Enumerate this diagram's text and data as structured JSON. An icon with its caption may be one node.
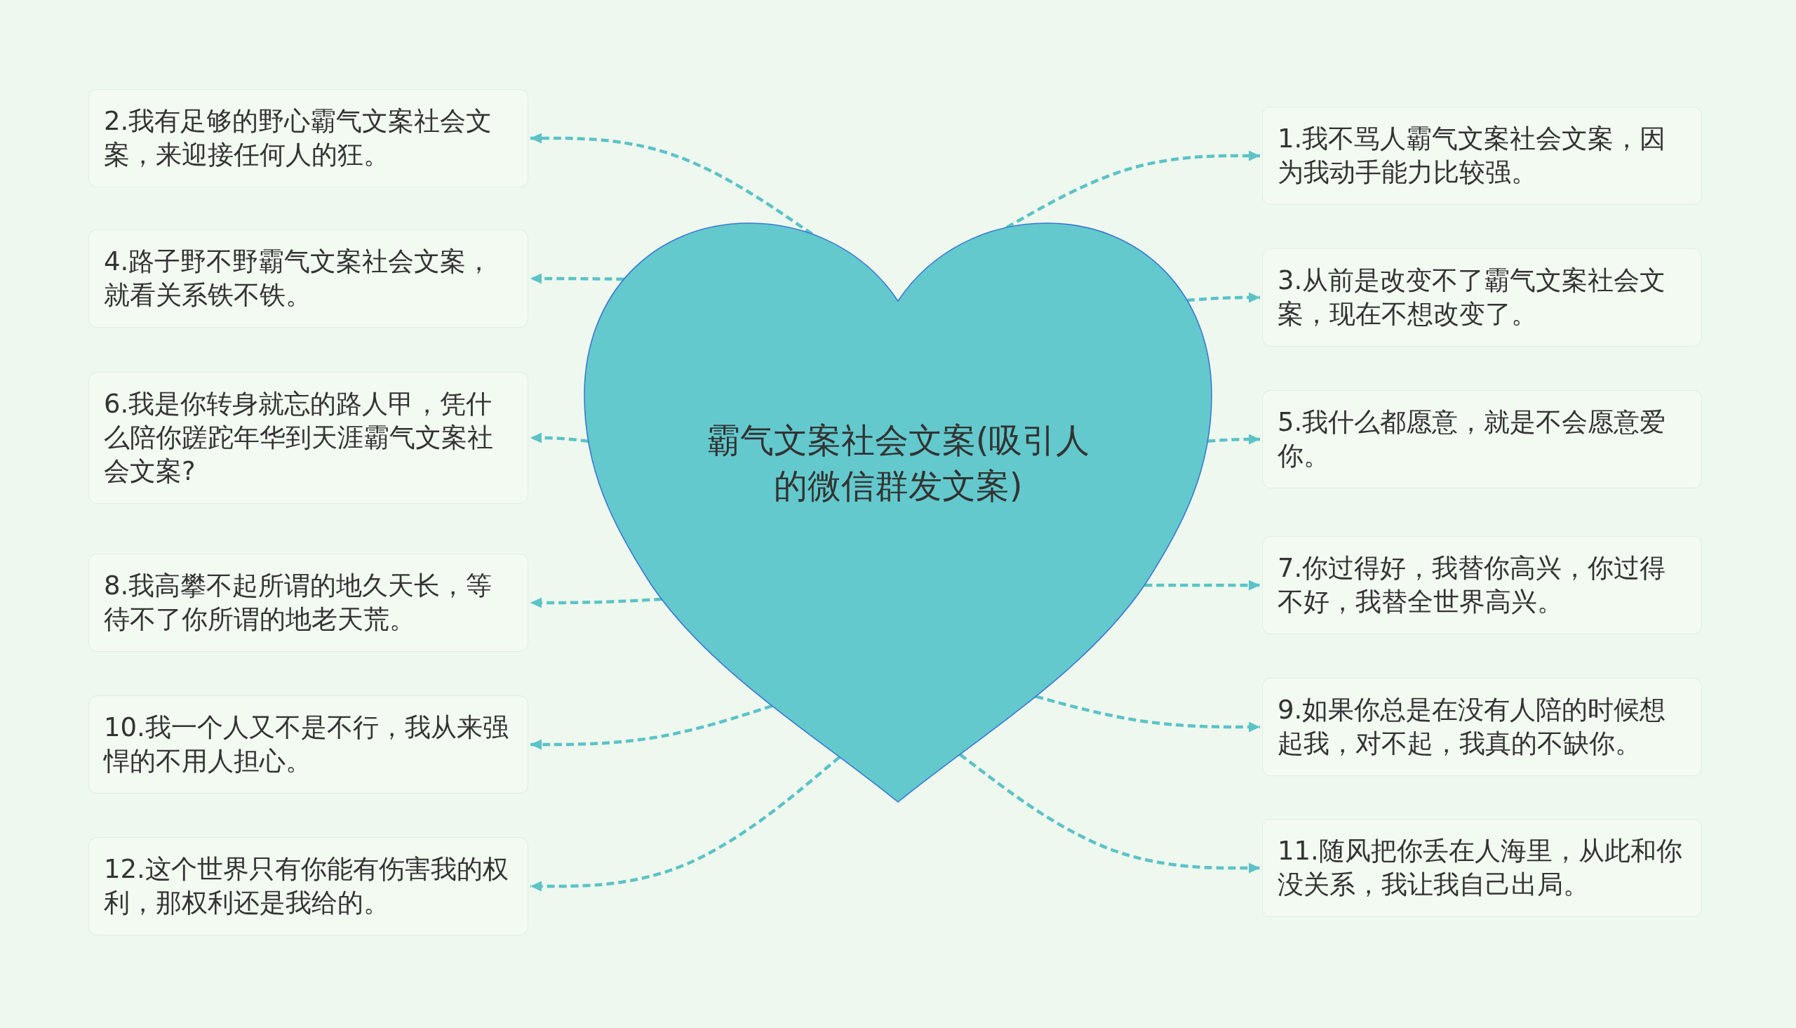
{
  "diagram": {
    "nodes": [
      {
        "text": [
          "霸气文案社会文案(吸引人的微信群发文案)"
        ]
      },
      {
        "text": [
          "1.我不骂人霸气文案社会文案，因为我动手能力比较强。"
        ]
      },
      {
        "text": [
          "2.我有足够的野心霸气文案社会文案，来迎接任何人的狂。"
        ]
      },
      {
        "text": [
          "3.从前是改变不了霸气文案社会文案，现在不想改变了。"
        ]
      },
      {
        "text": [
          "4.路子野不野霸气文案社会文案，就看关系铁不铁。"
        ]
      },
      {
        "text": [
          "5.我什么都愿意，就是不会愿意爱你。"
        ]
      },
      {
        "text": [
          "6.我是你转身就忘的路人甲，凭什么陪你蹉跎年华到天涯霸气文案社会文案?"
        ]
      },
      {
        "text": [
          "7.你过得好，我替你高兴，你过得不好，我替全世界高兴。"
        ]
      },
      {
        "text": [
          "8.我高攀不起所谓的地久天长，等待不了你所谓的地老天荒。"
        ]
      },
      {
        "text": [
          "9.如果你总是在没有人陪的时候想起我，对不起，我真的不缺你。"
        ]
      },
      {
        "text": [
          "10.我一个人又不是不行，我从来强悍的不用人担心。"
        ]
      },
      {
        "text": [
          "11.随风把你丢在人海里，从此和你没关系，我让我自己出局。"
        ]
      },
      {
        "text": [
          "12.这个世界只有你能有伤害我的权利，那权利还是我给的。"
        ]
      }
    ],
    "edges": [
      {
        "from": 0,
        "to": 1,
        "arrow": "to",
        "style": "dashed"
      },
      {
        "from": 0,
        "to": 2,
        "arrow": "to",
        "style": "dashed"
      },
      {
        "from": 0,
        "to": 3,
        "arrow": "to",
        "style": "dashed"
      },
      {
        "from": 0,
        "to": 4,
        "arrow": "to",
        "style": "dashed"
      },
      {
        "from": 0,
        "to": 5,
        "arrow": "to",
        "style": "dashed"
      },
      {
        "from": 0,
        "to": 6,
        "arrow": "to",
        "style": "dashed"
      },
      {
        "from": 0,
        "to": 7,
        "arrow": "to",
        "style": "dashed"
      },
      {
        "from": 0,
        "to": 8,
        "arrow": "to",
        "style": "dashed"
      },
      {
        "from": 0,
        "to": 9,
        "arrow": "to",
        "style": "dashed"
      },
      {
        "from": 0,
        "to": 10,
        "arrow": "to",
        "style": "dashed"
      },
      {
        "from": 0,
        "to": 11,
        "arrow": "to",
        "style": "dashed"
      },
      {
        "from": 0,
        "to": 12,
        "arrow": "to",
        "style": "dashed"
      }
    ]
  }
}
